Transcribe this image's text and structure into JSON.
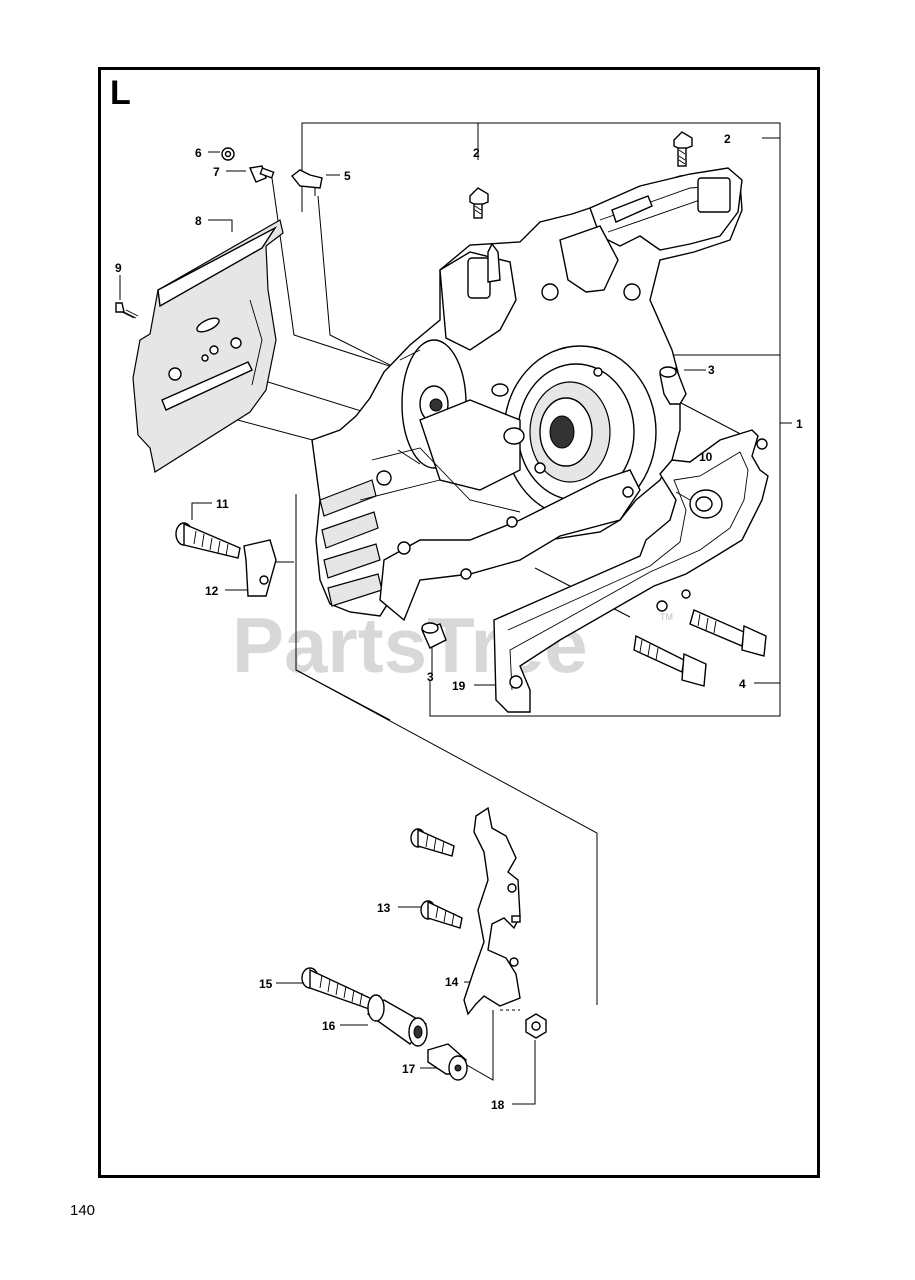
{
  "page": {
    "section_letter": "L",
    "page_number": "140",
    "watermark": "PartsTree",
    "watermark_tm": "TM"
  },
  "callouts": {
    "c1": "1",
    "c2a": "2",
    "c2b": "2",
    "c3a": "3",
    "c3b": "3",
    "c4": "4",
    "c5": "5",
    "c6": "6",
    "c7": "7",
    "c8": "8",
    "c9": "9",
    "c10": "10",
    "c11": "11",
    "c12": "12",
    "c13": "13",
    "c14": "14",
    "c15": "15",
    "c16": "16",
    "c17": "17",
    "c18": "18",
    "c19": "19"
  }
}
